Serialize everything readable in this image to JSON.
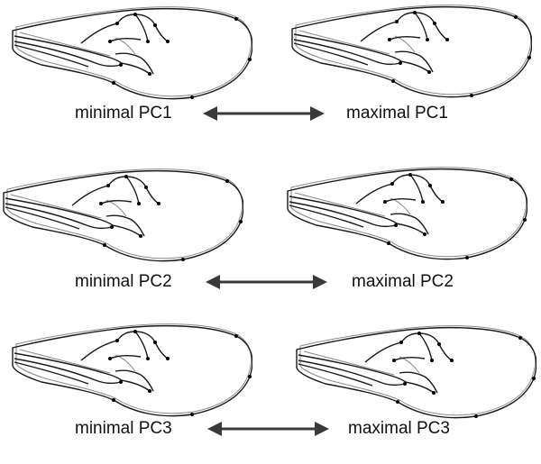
{
  "rows": [
    {
      "min_label": "minimal PC1",
      "max_label": "maximal PC1"
    },
    {
      "min_label": "minimal PC2",
      "max_label": "maximal PC2"
    },
    {
      "min_label": "minimal PC3",
      "max_label": "maximal PC3"
    }
  ],
  "colors": {
    "outline_dark": "#1a1a1a",
    "outline_light": "#8a8a8a",
    "landmark": "#000000",
    "arrow": "#3a3a3a"
  }
}
